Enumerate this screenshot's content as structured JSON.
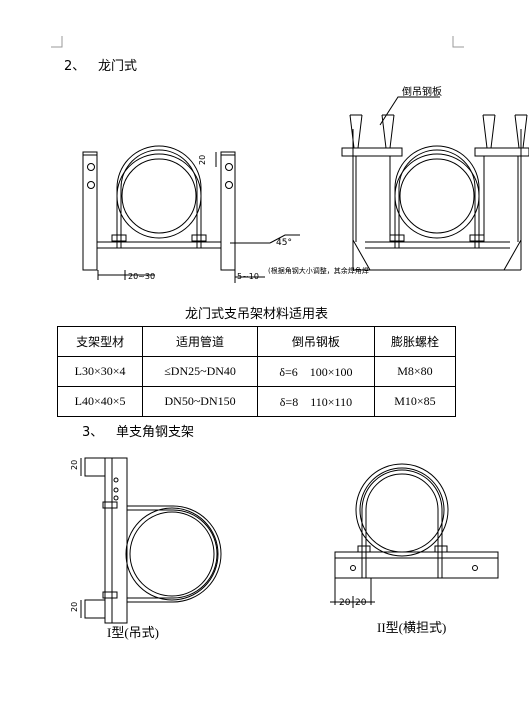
{
  "section2": {
    "number": "2、",
    "title": "龙门式"
  },
  "figure1": {
    "label_plate": "倒吊钢板",
    "dim_20": "20",
    "dim_45": "45°",
    "dim_20_30": "20~30",
    "dim_5_10": "5~10",
    "note": "(根据角钢大小调整，其余焊角焊"
  },
  "table": {
    "caption": "龙门式支吊架材料适用表",
    "headers": [
      "支架型材",
      "适用管道",
      "倒吊钢板",
      "膨胀螺栓"
    ],
    "rows": [
      [
        "L30×30×4",
        "≤DN25~DN40",
        "δ=6　100×100",
        "M8×80"
      ],
      [
        "L40×40×5",
        "DN50~DN150",
        "δ=8　110×110",
        "M10×85"
      ]
    ]
  },
  "section3": {
    "number": "3、",
    "title": "单支角钢支架"
  },
  "figure2": {
    "dim_top": "20",
    "dim_bottom": "20",
    "dim_a": "20",
    "dim_b": "20",
    "label_type1": "I型(吊式)",
    "label_type2": "II型(横担式)"
  }
}
